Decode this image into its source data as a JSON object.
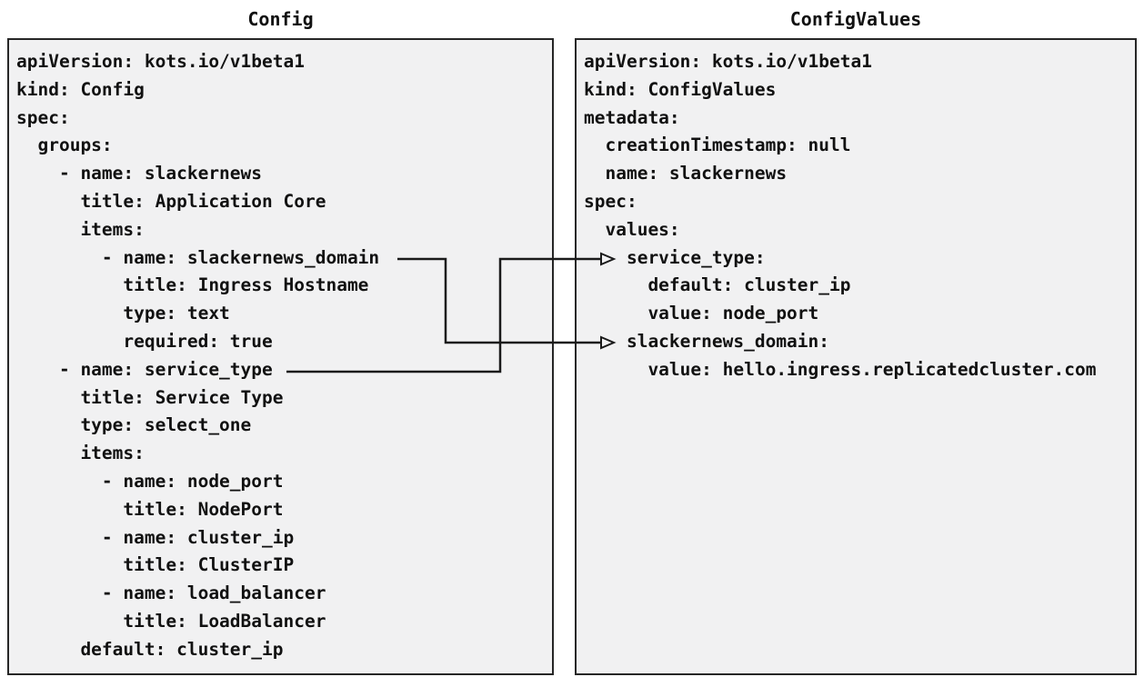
{
  "diagram": {
    "panels": [
      {
        "id": "config",
        "title": "Config",
        "code": [
          "apiVersion: kots.io/v1beta1",
          "kind: Config",
          "spec:",
          "  groups:",
          "    - name: slackernews",
          "      title: Application Core",
          "      items:",
          "        - name: slackernews_domain",
          "          title: Ingress Hostname",
          "          type: text",
          "          required: true",
          "    - name: service_type",
          "      title: Service Type",
          "      type: select_one",
          "      items:",
          "        - name: node_port",
          "          title: NodePort",
          "        - name: cluster_ip",
          "          title: ClusterIP",
          "        - name: load_balancer",
          "          title: LoadBalancer",
          "      default: cluster_ip"
        ]
      },
      {
        "id": "configvalues",
        "title": "ConfigValues",
        "code": [
          "apiVersion: kots.io/v1beta1",
          "kind: ConfigValues",
          "metadata:",
          "  creationTimestamp: null",
          "  name: slackernews",
          "spec:",
          "  values:",
          "    service_type:",
          "      default: cluster_ip",
          "      value: node_port",
          "    slackernews_domain:",
          "      value: hello.ingress.replicatedcluster.com"
        ]
      }
    ],
    "connections": [
      {
        "from_panel": "Config",
        "from_field": "slackernews_domain",
        "to_panel": "ConfigValues",
        "to_field": "slackernews_domain"
      },
      {
        "from_panel": "Config",
        "from_field": "service_type",
        "to_panel": "ConfigValues",
        "to_field": "service_type"
      }
    ],
    "colors": {
      "box_background": "#f1f1f2",
      "box_border": "#262626",
      "text": "#111111",
      "arrow": "#1a1a1a"
    }
  }
}
